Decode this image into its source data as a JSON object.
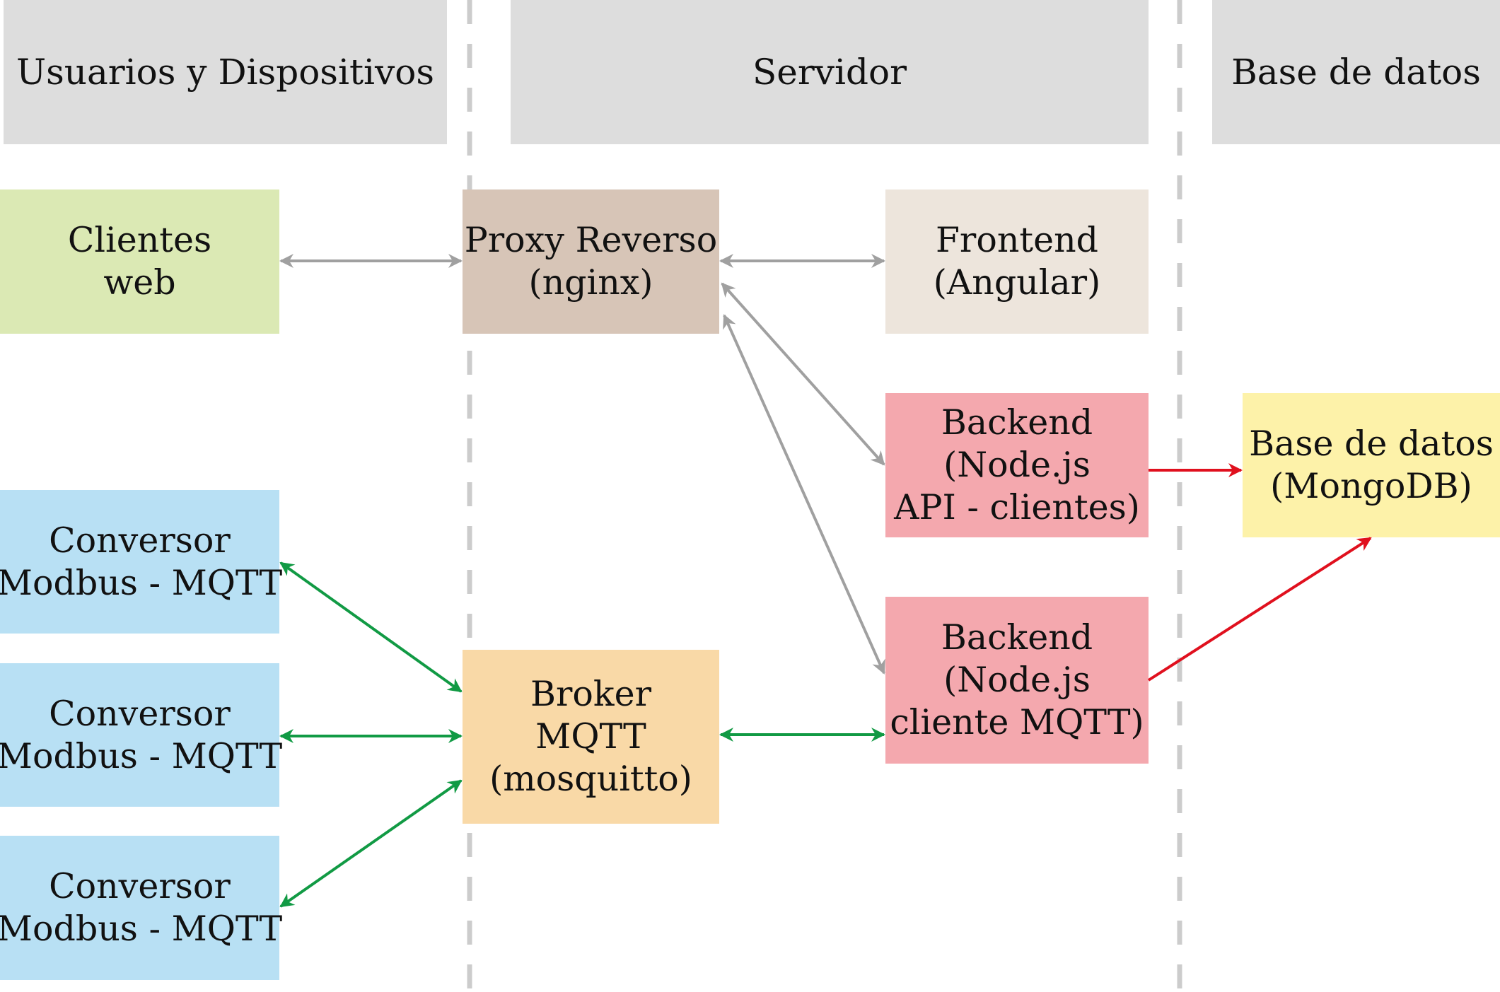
{
  "headers": {
    "users": "Usuarios y Dispositivos",
    "server": "Servidor",
    "database": "Base de datos"
  },
  "nodes": {
    "web_clients": [
      "Clientes",
      "web"
    ],
    "proxy": [
      "Proxy Reverso",
      "(nginx)"
    ],
    "frontend": [
      "Frontend",
      "(Angular)"
    ],
    "backend_api": [
      "Backend",
      "(Node.js",
      "API - clientes)"
    ],
    "database": [
      "Base de datos",
      "(MongoDB)"
    ],
    "converter_1": [
      "Conversor",
      "Modbus - MQTT"
    ],
    "converter_2": [
      "Conversor",
      "Modbus - MQTT"
    ],
    "converter_3": [
      "Conversor",
      "Modbus - MQTT"
    ],
    "broker": [
      "Broker",
      "MQTT",
      "(mosquitto)"
    ],
    "backend_mqtt": [
      "Backend",
      "(Node.js",
      "cliente MQTT)"
    ]
  },
  "colors": {
    "header": "#dddddd",
    "web_clients": "#dbe9b4",
    "proxy": "#d7c5b7",
    "frontend": "#ede5dc",
    "backend": "#f4a8ae",
    "database": "#fdf2a9",
    "converter": "#b8e0f4",
    "broker": "#f9d9a7",
    "edge_gray": "#a0a0a0",
    "edge_green": "#119a44",
    "edge_red": "#e0101e",
    "divider": "#cccccc"
  }
}
